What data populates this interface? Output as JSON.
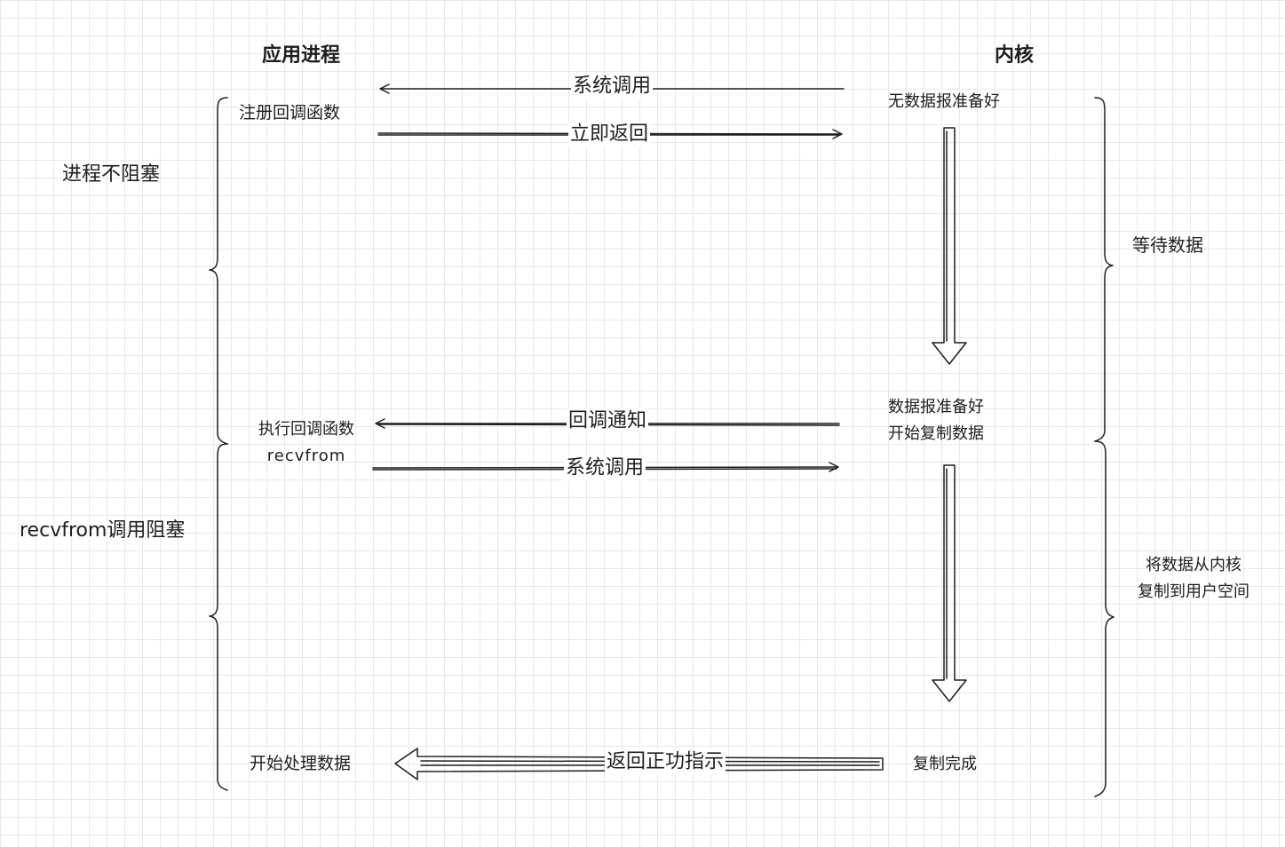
{
  "headers": {
    "app_process": "应用进程",
    "kernel": "内核"
  },
  "phases_left": {
    "non_blocking": "进程不阻塞",
    "recvfrom_blocking": "recvfrom调用阻塞"
  },
  "phases_right": {
    "wait_data": "等待数据",
    "copy_line1": "将数据从内核",
    "copy_line2": "复制到用户空间"
  },
  "app_nodes": {
    "register_callback": "注册回调函数",
    "exec_callback": "执行回调函数",
    "recvfrom": "recvfrom",
    "start_processing": "开始处理数据"
  },
  "kernel_nodes": {
    "no_datagram": "无数据报准备好",
    "datagram_ready": "数据报准备好",
    "start_copy": "开始复制数据",
    "copy_done": "复制完成"
  },
  "arrows": {
    "syscall_1": "系统调用",
    "return_immediately": "立即返回",
    "callback_notify": "回调通知",
    "syscall_2": "系统调用",
    "return_success": "返回正功指示"
  },
  "colors": {
    "stroke": "#1e1e1e",
    "grid": "#e9e9e9",
    "background": "#ffffff"
  }
}
